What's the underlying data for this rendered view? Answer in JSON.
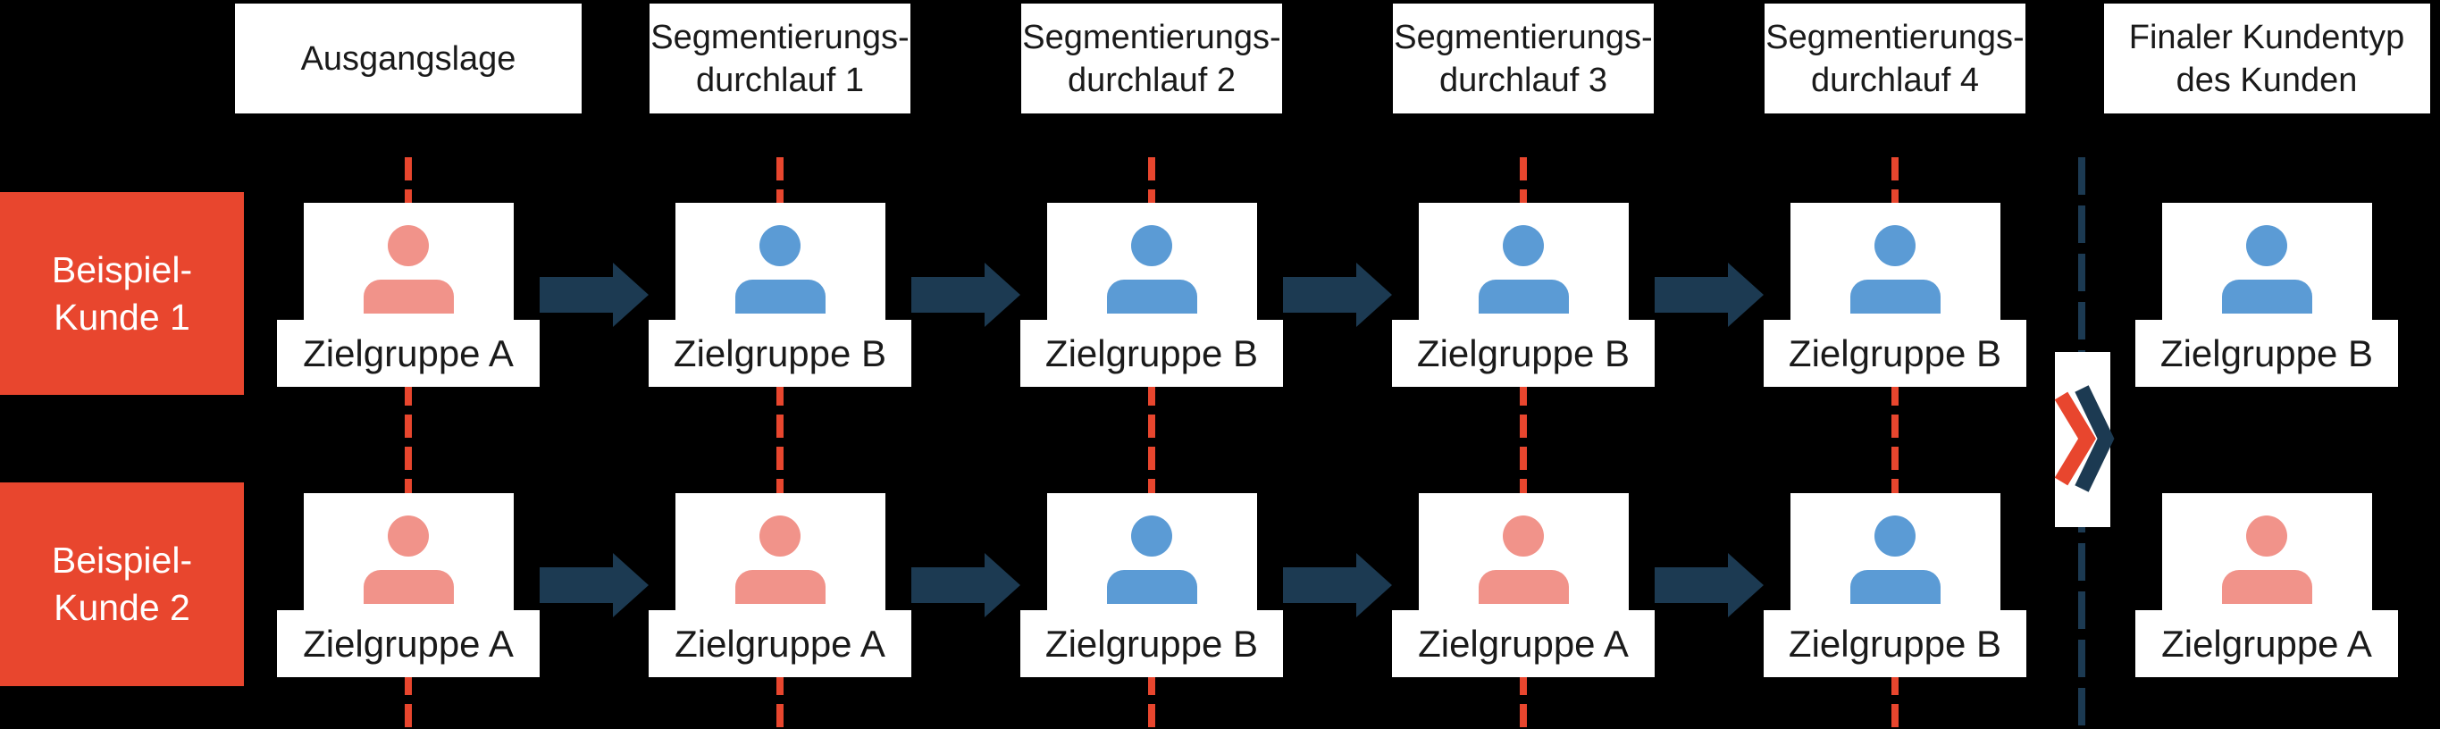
{
  "colors": {
    "background": "#000000",
    "card": "#FFFFFF",
    "red": "#E8462E",
    "salmon": "#F1938A",
    "blue": "#5B9BD5",
    "navy": "#1C3A52",
    "text_dark": "#1A1A1A",
    "text_light": "#FFFFFF"
  },
  "columns": [
    {
      "label": [
        "Ausgangslage"
      ]
    },
    {
      "label": [
        "Segmentierungs-",
        "durchlauf 1"
      ]
    },
    {
      "label": [
        "Segmentierungs-",
        "durchlauf 2"
      ]
    },
    {
      "label": [
        "Segmentierungs-",
        "durchlauf 3"
      ]
    },
    {
      "label": [
        "Segmentierungs-",
        "durchlauf 4"
      ]
    },
    {
      "label": [
        "Finaler Kundentyp",
        "des Kunden"
      ]
    }
  ],
  "rows": [
    {
      "label": [
        "Beispiel-",
        "Kunde 1"
      ],
      "cells": [
        {
          "zielgruppe": "Zielgruppe A",
          "persona": "salmon"
        },
        {
          "zielgruppe": "Zielgruppe B",
          "persona": "blue"
        },
        {
          "zielgruppe": "Zielgruppe B",
          "persona": "blue"
        },
        {
          "zielgruppe": "Zielgruppe B",
          "persona": "blue"
        },
        {
          "zielgruppe": "Zielgruppe B",
          "persona": "blue"
        },
        {
          "zielgruppe": "Zielgruppe B",
          "persona": "blue"
        }
      ]
    },
    {
      "label": [
        "Beispiel-",
        "Kunde 2"
      ],
      "cells": [
        {
          "zielgruppe": "Zielgruppe A",
          "persona": "salmon"
        },
        {
          "zielgruppe": "Zielgruppe A",
          "persona": "salmon"
        },
        {
          "zielgruppe": "Zielgruppe B",
          "persona": "blue"
        },
        {
          "zielgruppe": "Zielgruppe A",
          "persona": "salmon"
        },
        {
          "zielgruppe": "Zielgruppe B",
          "persona": "blue"
        },
        {
          "zielgruppe": "Zielgruppe A",
          "persona": "salmon"
        }
      ]
    }
  ],
  "icons": {
    "person": "person-icon",
    "arrow": "arrow-right-icon",
    "double_chevron": "double-chevron-icon"
  }
}
